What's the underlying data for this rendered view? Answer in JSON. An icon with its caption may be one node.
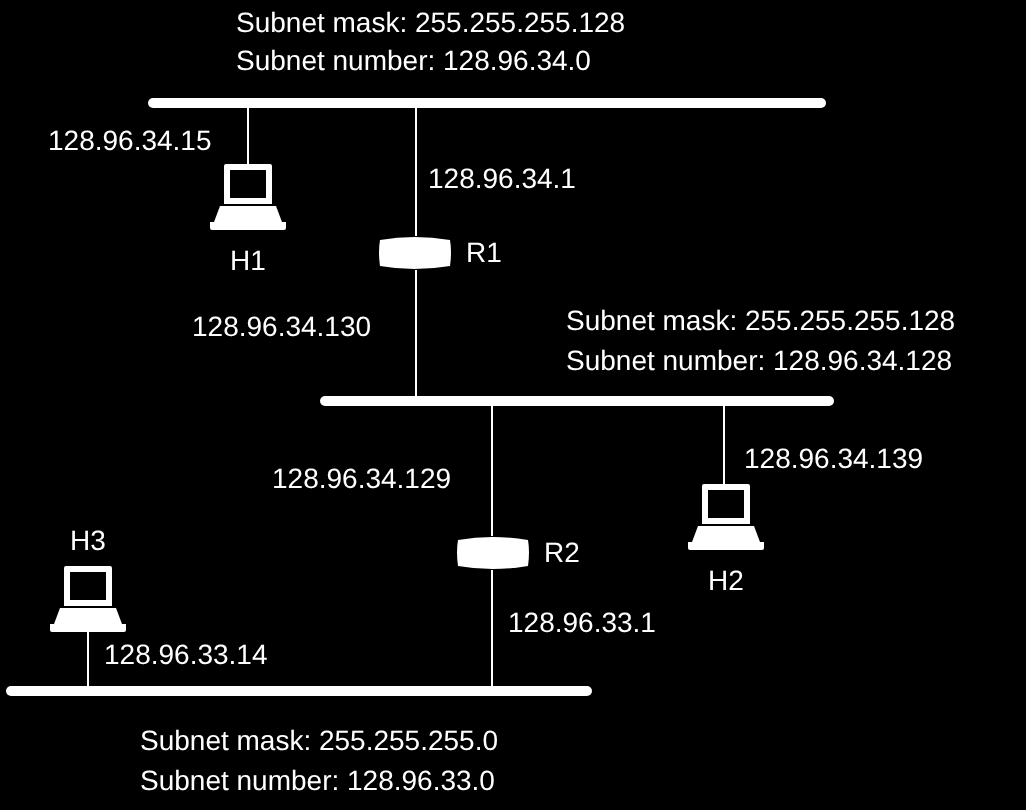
{
  "diagram": {
    "nodes": [
      {
        "text": [],
        "shape": "bar",
        "beside": [
          "Subnet mask: 255.255.255.128",
          "Subnet number: 128.96.34.0"
        ]
      },
      {
        "text": [
          "H1"
        ]
      },
      {
        "text": [
          "R1"
        ]
      },
      {
        "text": [],
        "shape": "bar",
        "beside": [
          "Subnet mask: 255.255.255.128",
          "Subnet number: 128.96.34.128"
        ]
      },
      {
        "text": [
          "H2"
        ]
      },
      {
        "text": [
          "R2"
        ]
      },
      {
        "text": [
          "H3"
        ]
      },
      {
        "text": [],
        "shape": "bar",
        "beside": [
          "Subnet mask: 255.255.255.0",
          "Subnet number: 128.96.33.0"
        ]
      }
    ],
    "edges": [
      {
        "from": 0,
        "to": 1,
        "arrow": "none",
        "label": "128.96.34.15"
      },
      {
        "from": 0,
        "to": 2,
        "arrow": "none",
        "label": "128.96.34.1"
      },
      {
        "from": 2,
        "to": 3,
        "arrow": "none",
        "label": "128.96.34.130"
      },
      {
        "from": 3,
        "to": 5,
        "arrow": "none",
        "label": "128.96.34.129"
      },
      {
        "from": 3,
        "to": 4,
        "arrow": "none",
        "label": "128.96.34.139"
      },
      {
        "from": 5,
        "to": 7,
        "arrow": "none",
        "label": "128.96.33.1"
      },
      {
        "from": 6,
        "to": 7,
        "arrow": "none",
        "label": "128.96.33.14"
      }
    ]
  }
}
